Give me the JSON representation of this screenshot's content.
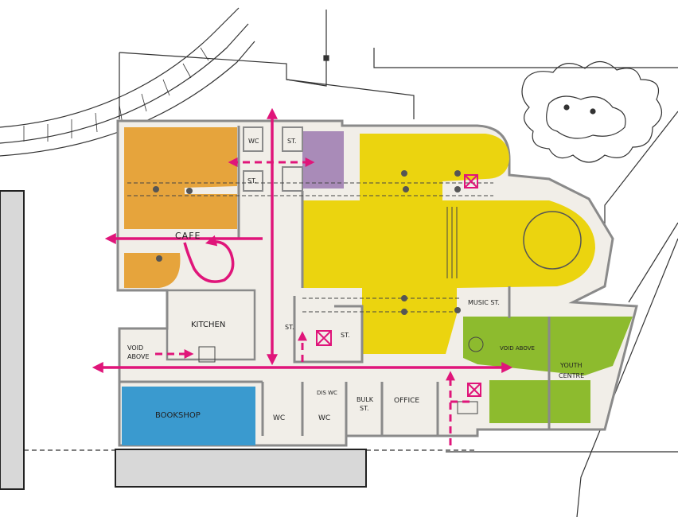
{
  "labels": {
    "cafe": "CAFE",
    "kitchen": "KITCHEN",
    "void_above_left_1": "VOID",
    "void_above_left_2": "ABOVE",
    "bookshop": "BOOKSHOP",
    "wc_top": "WC",
    "st_top": "ST.",
    "st_left": "ST.",
    "st_mid": "ST.",
    "st_lift": "ST.",
    "music_st": "MUSIC ST.",
    "void_above_right": "VOID ABOVE",
    "youth_centre_1": "YOUTH",
    "youth_centre_2": "CENTRE",
    "dis_wc": "DIS WC",
    "bulk_st_1": "BULK",
    "bulk_st_2": "ST.",
    "office": "OFFICE",
    "wc_1": "WC",
    "wc_2": "WC"
  },
  "colors": {
    "cafe_zone": "#E6A43C",
    "worship_zone": "#EBD40F",
    "store_zone": "#A98BB8",
    "youth_zone": "#8DBB2E",
    "bookshop_zone": "#3A9ACF",
    "circulation": "#E0157A",
    "corridor": "#F1EEE8",
    "wall": "#8A8A8A",
    "neighbour": "#D8D8D8"
  },
  "icons": {
    "lift": "lift-icon",
    "arrow": "circulation-arrow"
  }
}
